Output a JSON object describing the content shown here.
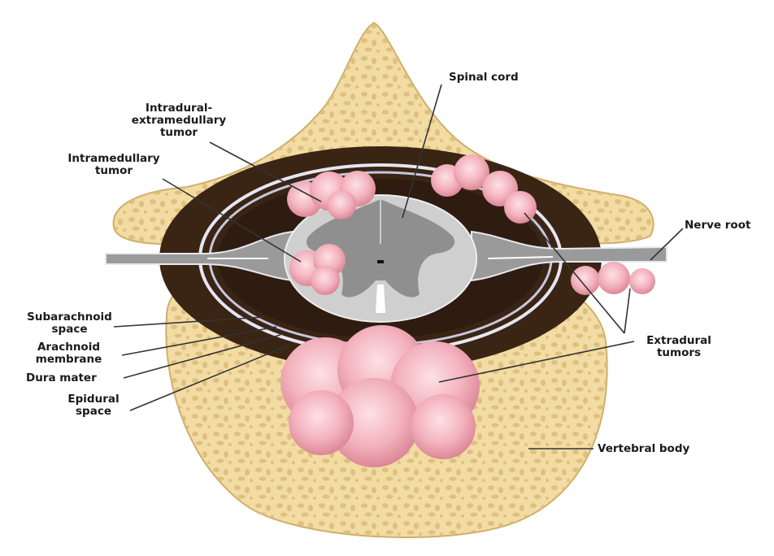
{
  "labels": {
    "spinal_cord": "Spinal cord",
    "intradural_extramedullary": [
      "Intradural-",
      "extramedullary",
      "tumor"
    ],
    "intramedullary": [
      "Intramedullary",
      "tumor"
    ],
    "nerve_root": "Nerve root",
    "subarachnoid": [
      "Subarachnoid",
      "space"
    ],
    "arachnoid": [
      "Arachnoid",
      "membrane"
    ],
    "dura": "Dura mater",
    "epidural": [
      "Epidural",
      "space"
    ],
    "extradural": [
      "Extradural",
      "tumors"
    ],
    "vertebral_body": "Vertebral body"
  },
  "colors": {
    "bone": "#f3dca3",
    "bone_edge": "#cfae6a",
    "pore": "#dcbd7c",
    "epidural_dark": "#3a2414",
    "membrane": "#d9d9ec",
    "cord": "#cfcfcf",
    "gray_matter": "#8f8f8f",
    "nerve": "#9a9a9a",
    "tumor": "#f0a9b5",
    "tumor_light": "#fbd6dc",
    "line": "#333333"
  }
}
